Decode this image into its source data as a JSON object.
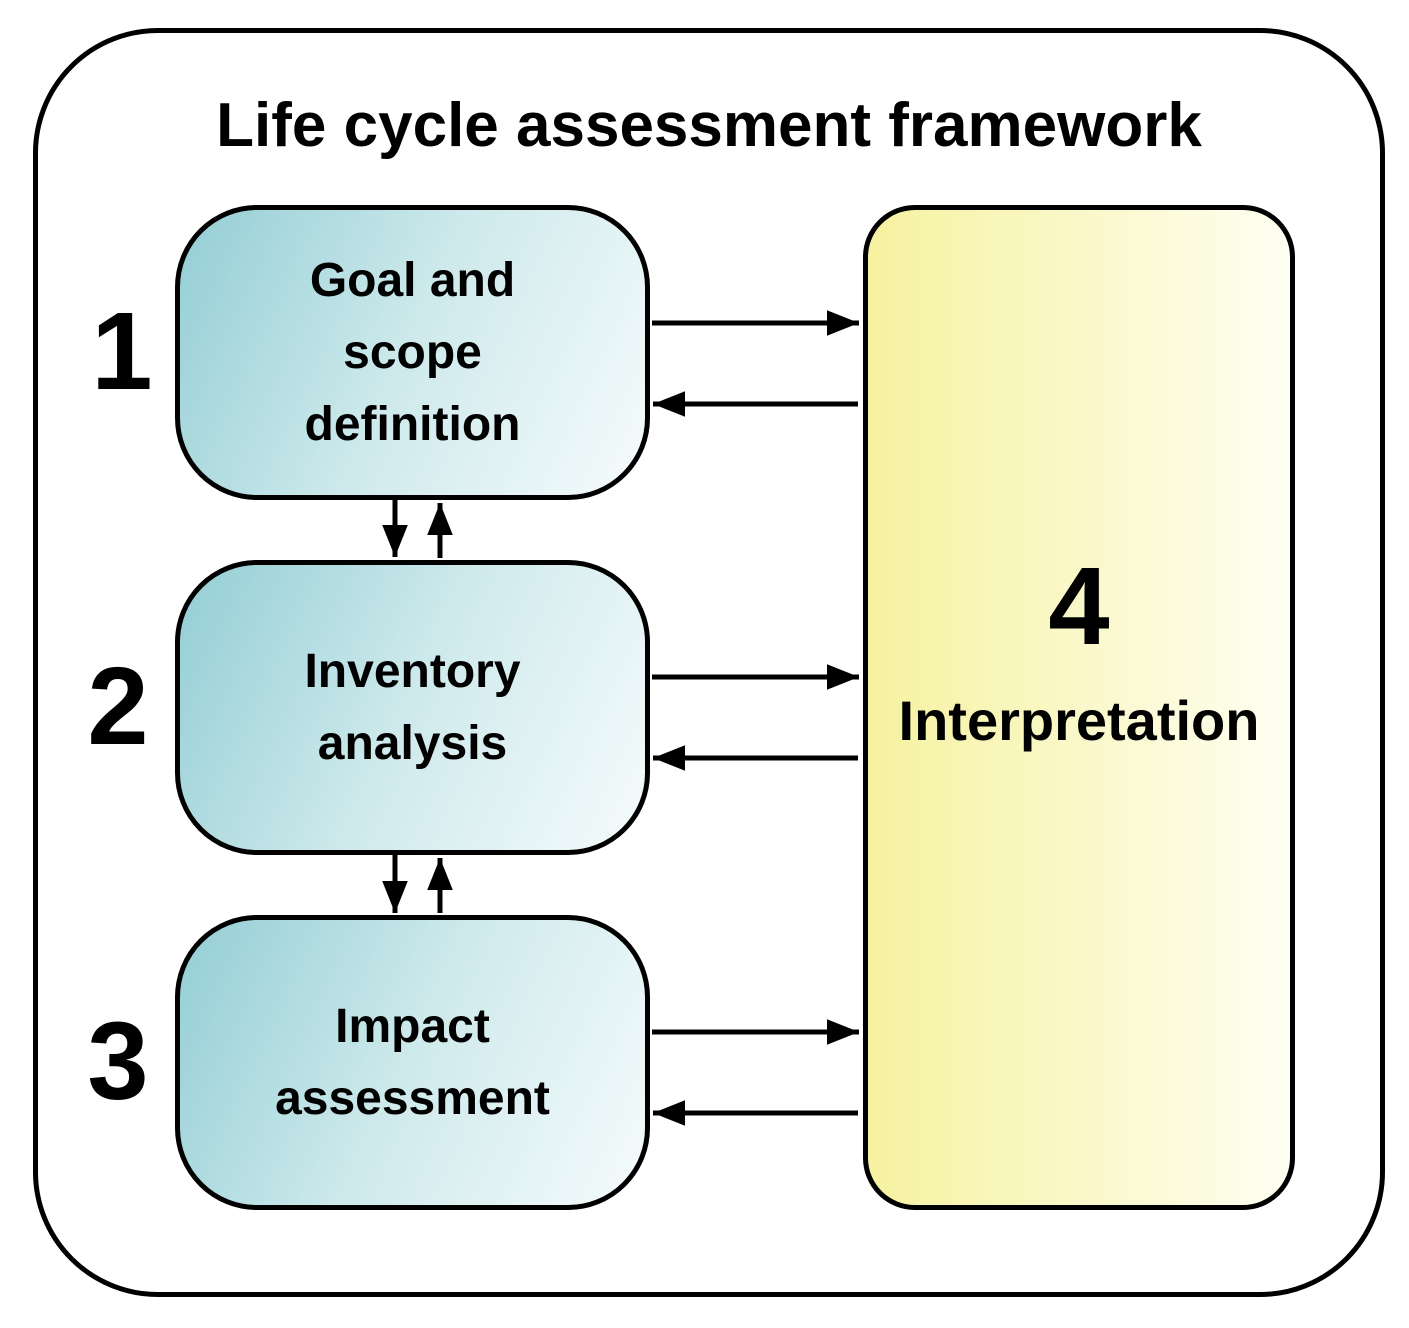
{
  "title": "Life cycle assessment framework",
  "boxes": [
    {
      "id": "goal-and-scope-definition",
      "number": "1",
      "label": "Goal and\nscope\ndefinition"
    },
    {
      "id": "inventory-analysis",
      "number": "2",
      "label": "Inventory\nanalysis"
    },
    {
      "id": "impact-assessment",
      "number": "3",
      "label": "Impact\nassessment"
    },
    {
      "id": "interpretation",
      "number": "4",
      "label": "Interpretation"
    }
  ],
  "connections": [
    {
      "from": "Goal and scope definition",
      "to": "Interpretation",
      "type": "bidirectional"
    },
    {
      "from": "Inventory analysis",
      "to": "Interpretation",
      "type": "bidirectional"
    },
    {
      "from": "Impact assessment",
      "to": "Interpretation",
      "type": "bidirectional"
    },
    {
      "from": "Goal and scope definition",
      "to": "Inventory analysis",
      "type": "bidirectional"
    },
    {
      "from": "Inventory analysis",
      "to": "Impact assessment",
      "type": "bidirectional"
    }
  ],
  "colors": {
    "background": "#ffffff",
    "border": "#000000",
    "text": "#000000",
    "box_teal_start": "#93ced5",
    "box_teal_mid": "#cfeaec",
    "box_teal_end": "#f6fbfc",
    "box_yellow_start": "#f6f2a0",
    "box_yellow_end": "#fefef2"
  }
}
